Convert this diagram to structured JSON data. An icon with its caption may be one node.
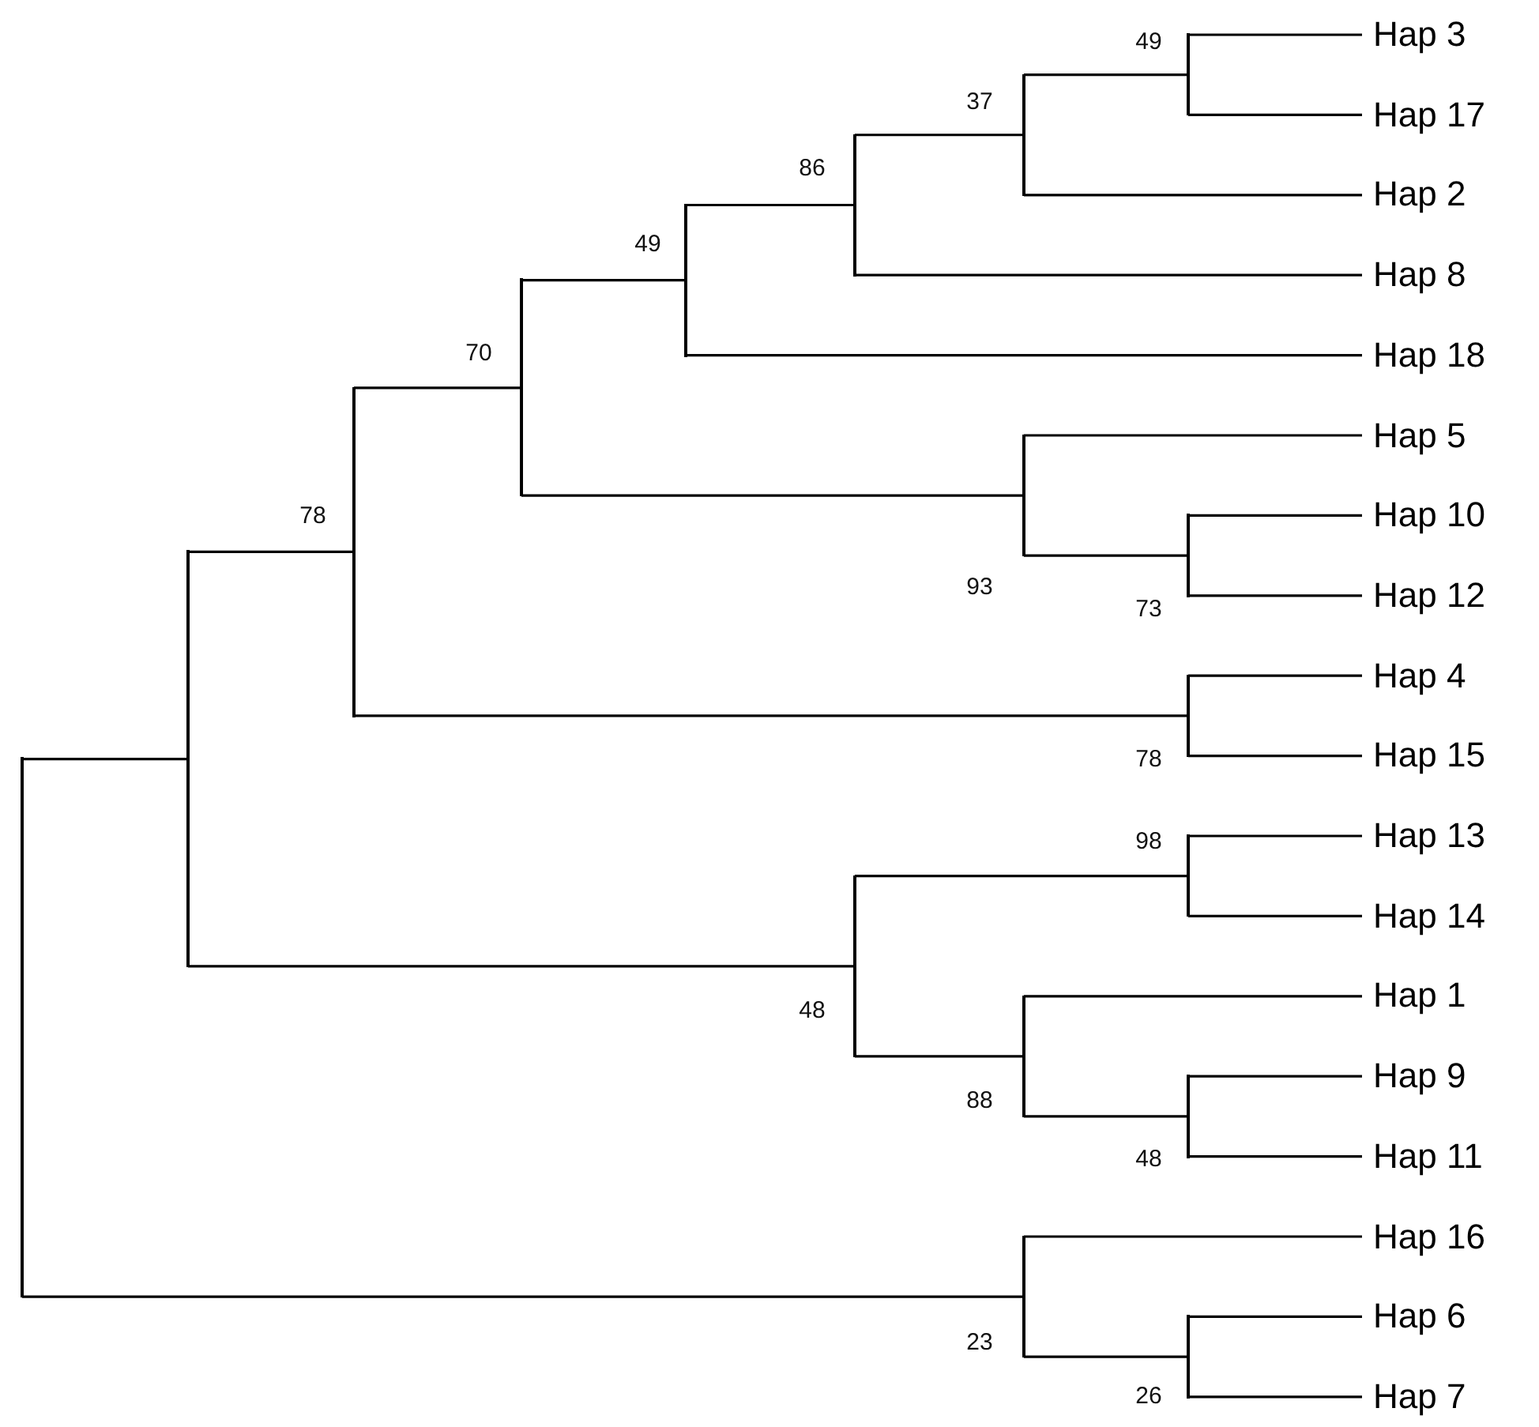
{
  "diagram": {
    "nodes": [
      {
        "text": [],
        "shape": "bar"
      },
      {
        "text": [],
        "shape": "bar"
      },
      {
        "text": [],
        "shape": "bar",
        "beside": [
          "78"
        ]
      },
      {
        "text": [],
        "shape": "bar",
        "beside": [
          "70"
        ]
      },
      {
        "text": [],
        "shape": "bar",
        "beside": [
          "49"
        ]
      },
      {
        "text": [],
        "shape": "bar",
        "beside": [
          "86"
        ]
      },
      {
        "text": [],
        "shape": "bar",
        "beside": [
          "37"
        ]
      },
      {
        "text": [],
        "shape": "bar",
        "beside": [
          "49"
        ]
      },
      {
        "text": [],
        "shape": "bar",
        "beside": [
          "93"
        ]
      },
      {
        "text": [],
        "shape": "bar",
        "beside": [
          "73"
        ]
      },
      {
        "text": [],
        "shape": "bar",
        "beside": [
          "78"
        ]
      },
      {
        "text": [],
        "shape": "bar",
        "beside": [
          "48"
        ]
      },
      {
        "text": [],
        "shape": "bar",
        "beside": [
          "98"
        ]
      },
      {
        "text": [],
        "shape": "bar",
        "beside": [
          "88"
        ]
      },
      {
        "text": [],
        "shape": "bar",
        "beside": [
          "48"
        ]
      },
      {
        "text": [],
        "shape": "bar",
        "beside": [
          "23"
        ]
      },
      {
        "text": [],
        "shape": "bar",
        "beside": [
          "26"
        ]
      },
      {
        "text": [
          "Hap 3"
        ]
      },
      {
        "text": [
          "Hap 17"
        ]
      },
      {
        "text": [
          "Hap 2"
        ]
      },
      {
        "text": [
          "Hap 8"
        ]
      },
      {
        "text": [
          "Hap 18"
        ]
      },
      {
        "text": [
          "Hap 5"
        ]
      },
      {
        "text": [
          "Hap 10"
        ]
      },
      {
        "text": [
          "Hap 12"
        ]
      },
      {
        "text": [
          "Hap 4"
        ]
      },
      {
        "text": [
          "Hap 15"
        ]
      },
      {
        "text": [
          "Hap 13"
        ]
      },
      {
        "text": [
          "Hap 14"
        ]
      },
      {
        "text": [
          "Hap 1"
        ]
      },
      {
        "text": [
          "Hap 9"
        ]
      },
      {
        "text": [
          "Hap 11"
        ]
      },
      {
        "text": [
          "Hap 16"
        ]
      },
      {
        "text": [
          "Hap 6"
        ]
      },
      {
        "text": [
          "Hap 7"
        ]
      }
    ],
    "edges": [
      {
        "from": 0,
        "to": 1,
        "arrow": "none"
      },
      {
        "from": 0,
        "to": 15,
        "arrow": "none"
      },
      {
        "from": 1,
        "to": 2,
        "arrow": "none"
      },
      {
        "from": 1,
        "to": 11,
        "arrow": "none"
      },
      {
        "from": 2,
        "to": 3,
        "arrow": "none"
      },
      {
        "from": 2,
        "to": 10,
        "arrow": "none"
      },
      {
        "from": 3,
        "to": 4,
        "arrow": "none"
      },
      {
        "from": 3,
        "to": 8,
        "arrow": "none"
      },
      {
        "from": 4,
        "to": 5,
        "arrow": "none"
      },
      {
        "from": 4,
        "to": 21,
        "arrow": "none"
      },
      {
        "from": 5,
        "to": 6,
        "arrow": "none"
      },
      {
        "from": 5,
        "to": 20,
        "arrow": "none"
      },
      {
        "from": 6,
        "to": 7,
        "arrow": "none"
      },
      {
        "from": 6,
        "to": 19,
        "arrow": "none"
      },
      {
        "from": 7,
        "to": 17,
        "arrow": "none"
      },
      {
        "from": 7,
        "to": 18,
        "arrow": "none"
      },
      {
        "from": 8,
        "to": 22,
        "arrow": "none"
      },
      {
        "from": 8,
        "to": 9,
        "arrow": "none"
      },
      {
        "from": 9,
        "to": 23,
        "arrow": "none"
      },
      {
        "from": 9,
        "to": 24,
        "arrow": "none"
      },
      {
        "from": 10,
        "to": 25,
        "arrow": "none"
      },
      {
        "from": 10,
        "to": 26,
        "arrow": "none"
      },
      {
        "from": 11,
        "to": 12,
        "arrow": "none"
      },
      {
        "from": 11,
        "to": 13,
        "arrow": "none"
      },
      {
        "from": 12,
        "to": 27,
        "arrow": "none"
      },
      {
        "from": 12,
        "to": 28,
        "arrow": "none"
      },
      {
        "from": 13,
        "to": 29,
        "arrow": "none"
      },
      {
        "from": 13,
        "to": 14,
        "arrow": "none"
      },
      {
        "from": 14,
        "to": 30,
        "arrow": "none"
      },
      {
        "from": 14,
        "to": 31,
        "arrow": "none"
      },
      {
        "from": 15,
        "to": 32,
        "arrow": "none"
      },
      {
        "from": 15,
        "to": 16,
        "arrow": "none"
      },
      {
        "from": 16,
        "to": 33,
        "arrow": "none"
      },
      {
        "from": 16,
        "to": 34,
        "arrow": "none"
      }
    ]
  }
}
